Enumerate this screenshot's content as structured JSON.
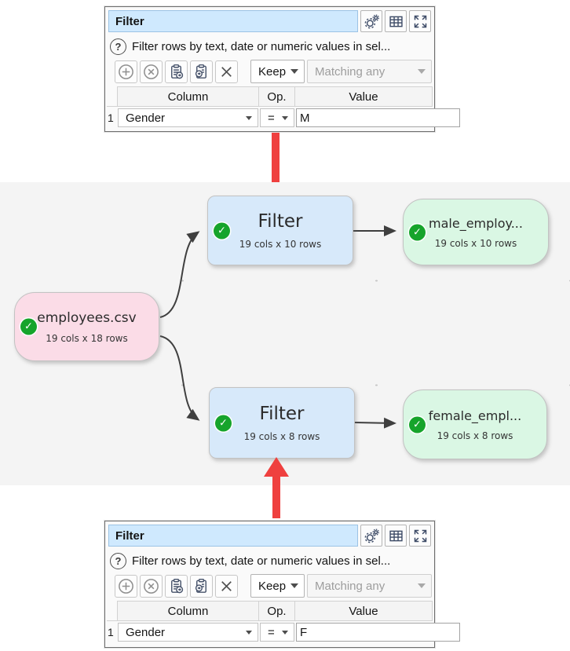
{
  "colors": {
    "canvas_bg": "#f4f4f4",
    "source_node_bg": "#fbdce7",
    "transform_node_bg": "#d7e9fa",
    "output_node_bg": "#daf7e4",
    "check_green": "#16a42b",
    "annotation_red": "#ef403f",
    "title_field_blue": "#cfe9fe"
  },
  "icons": {
    "check": "✓",
    "help": "?",
    "settings": "gear-icon",
    "table": "grid-icon",
    "expand": "arrows-out-icon"
  },
  "panel_top": {
    "title": "Filter",
    "help_text": "Filter rows by text, date or numeric values in sel...",
    "toolbar": {
      "keep": "Keep",
      "matching": "Matching any"
    },
    "table": {
      "col_header": "Column",
      "op_header": "Op.",
      "value_header": "Value",
      "row_num": "1",
      "column": "Gender",
      "op": "=",
      "value": "M"
    }
  },
  "panel_bottom": {
    "title": "Filter",
    "help_text": "Filter rows by text, date or numeric values in sel...",
    "toolbar": {
      "keep": "Keep",
      "matching": "Matching any"
    },
    "table": {
      "col_header": "Column",
      "op_header": "Op.",
      "value_header": "Value",
      "row_num": "1",
      "column": "Gender",
      "op": "=",
      "value": "F"
    }
  },
  "nodes": {
    "source": {
      "title": "employees.csv",
      "subtitle": "19 cols x 18 rows"
    },
    "filter_top": {
      "title": "Filter",
      "subtitle": "19 cols x 10 rows"
    },
    "output_male": {
      "title": "male_employ...",
      "subtitle": "19 cols x 10 rows"
    },
    "filter_bottom": {
      "title": "Filter",
      "subtitle": "19 cols x 8 rows"
    },
    "output_female": {
      "title": "female_empl...",
      "subtitle": "19 cols x 8 rows"
    }
  }
}
